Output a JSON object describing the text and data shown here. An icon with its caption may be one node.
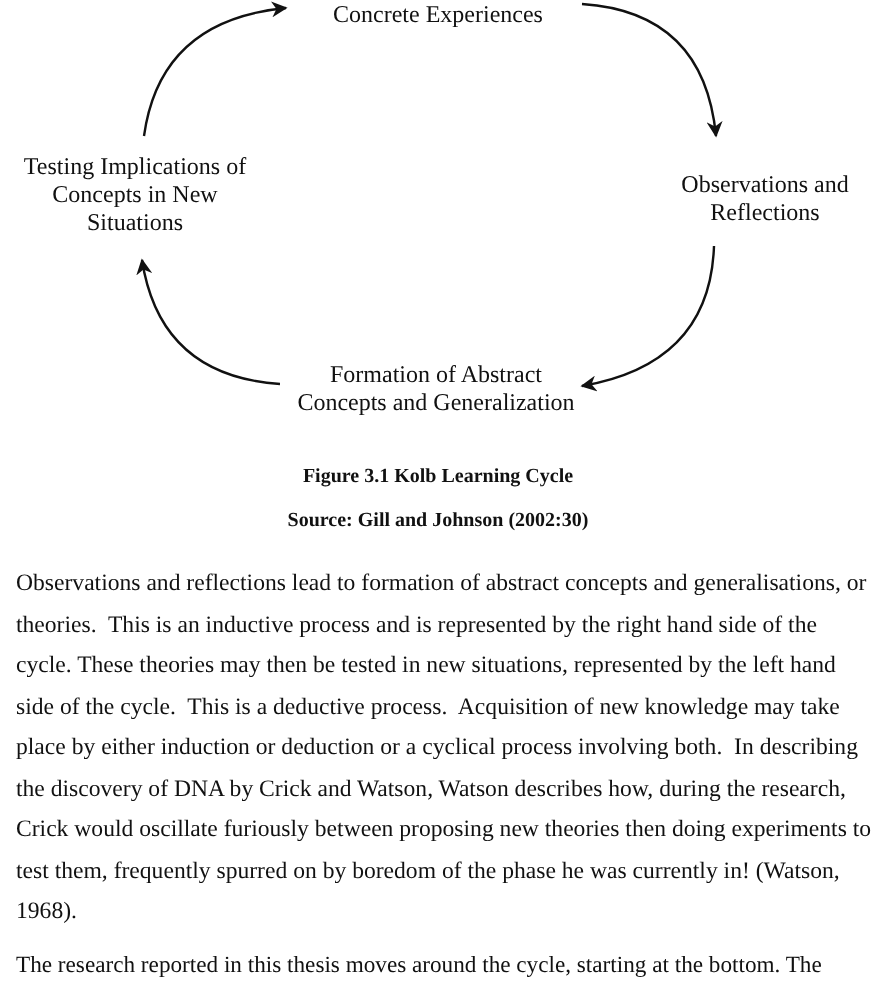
{
  "diagram": {
    "caption": "Figure 3.1 Kolb Learning Cycle",
    "nodes": [
      {
        "text": [
          "Concrete Experiences"
        ]
      },
      {
        "text": [
          "Observations and Reflections"
        ]
      },
      {
        "text": [
          "Formation of Abstract Concepts and Generalization"
        ]
      },
      {
        "text": [
          "Testing Implications of Concepts in New Situations"
        ]
      }
    ],
    "edges": [
      {
        "from": 0,
        "to": 1,
        "arrow": "to"
      },
      {
        "from": 1,
        "to": 2,
        "arrow": "to"
      },
      {
        "from": 2,
        "to": 3,
        "arrow": "to"
      },
      {
        "from": 3,
        "to": 0,
        "arrow": "to"
      }
    ],
    "labels": [
      "Source: Gill and Johnson (2002:30)",
      "Observations and reflections lead to formation of abstract concepts and generalisations, or theories.  This is an inductive process and is represented by the right hand side of the cycle. These theories may then be tested in new situations, represented by the left hand side of the cycle.  This is a deductive process.  Acquisition of new knowledge may take place by either induction or deduction or a cyclical process involving both.  In describing the discovery of DNA by Crick and Watson, Watson describes how, during the research, Crick would oscillate furiously between proposing new theories then doing experiments to test them, frequently spurred on by boredom of the phase he was currently in! (Watson, 1968).",
      "The research reported in this thesis moves around the cycle, starting at the bottom. The"
    ]
  }
}
